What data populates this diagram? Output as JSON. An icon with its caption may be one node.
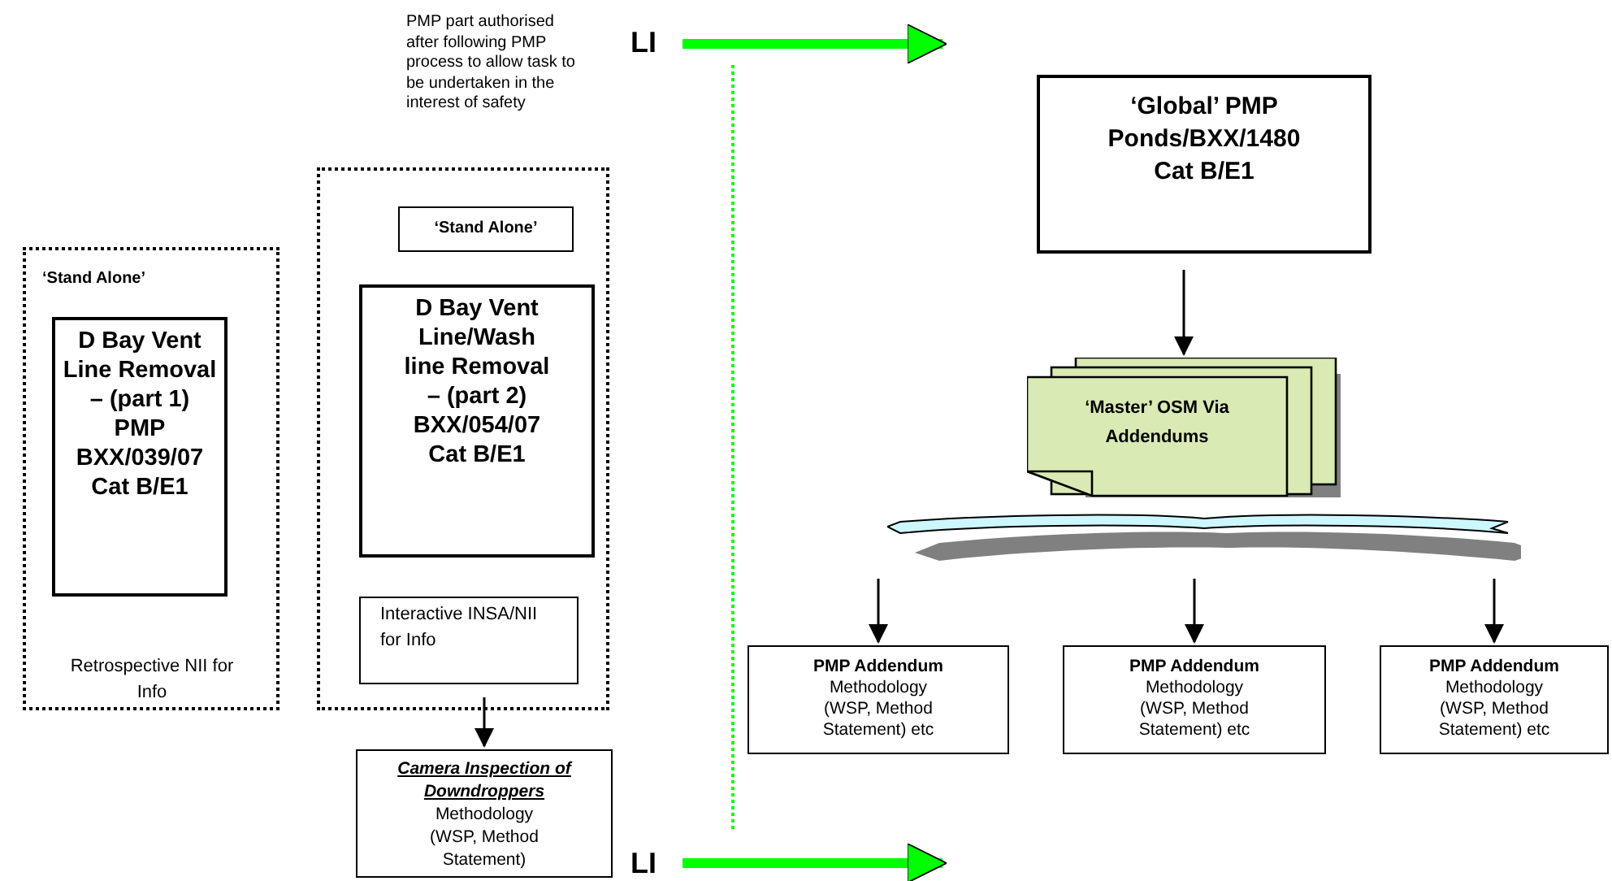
{
  "diagram": {
    "nodes": [
      {
        "text": [
          "‘Stand Alone’",
          "Retrospective NII for Info"
        ]
      },
      {
        "text": [
          "D Bay Vent Line Removal – (part 1) PMP BXX/039/07 Cat B/E1"
        ],
        "in": 0
      },
      {
        "text": [],
        "shape": "box"
      },
      {
        "text": [
          "‘Stand Alone’"
        ],
        "in": 2
      },
      {
        "text": [
          "D Bay Vent Line/Wash line Removal – (part 2) BXX/054/07 Cat B/E1"
        ],
        "in": 2
      },
      {
        "text": [
          "Interactive INSA/NII for Info"
        ],
        "in": 2
      },
      {
        "text": [
          "Camera Inspection of Downdroppers",
          "Methodology (WSP, Method Statement)"
        ]
      },
      {
        "text": [
          "LI"
        ]
      },
      {
        "text": [
          "‘Global’ PMP Ponds/BXX/1480 Cat B/E1"
        ]
      },
      {
        "text": [
          "‘Master’ OSM Via Addendums"
        ]
      },
      {
        "text": [],
        "shape": "ribbon"
      },
      {
        "text": [
          "PMP Addendum",
          "Methodology (WSP, Method Statement) etc"
        ]
      },
      {
        "text": [
          "PMP Addendum",
          "Methodology (WSP, Method Statement) etc"
        ]
      },
      {
        "text": [
          "PMP Addendum",
          "Methodology (WSP, Method Statement) etc"
        ]
      },
      {
        "text": [
          "LI"
        ]
      }
    ],
    "edges": [
      {
        "from": 5,
        "to": 6,
        "arrow": "to"
      },
      {
        "from": 7,
        "to": null,
        "arrow": "to",
        "style": "thick",
        "color": "#00ff00"
      },
      {
        "from": 8,
        "to": 9,
        "arrow": "to"
      },
      {
        "from": 10,
        "to": 11,
        "arrow": "to"
      },
      {
        "from": 10,
        "to": 12,
        "arrow": "to"
      },
      {
        "from": 10,
        "to": 13,
        "arrow": "to"
      },
      {
        "from": 14,
        "to": null,
        "arrow": "to",
        "style": "thick",
        "color": "#00ff00"
      }
    ],
    "labels": [
      "PMP part authorised after following PMP process to allow task to be undertaken in the interest of safety"
    ]
  }
}
